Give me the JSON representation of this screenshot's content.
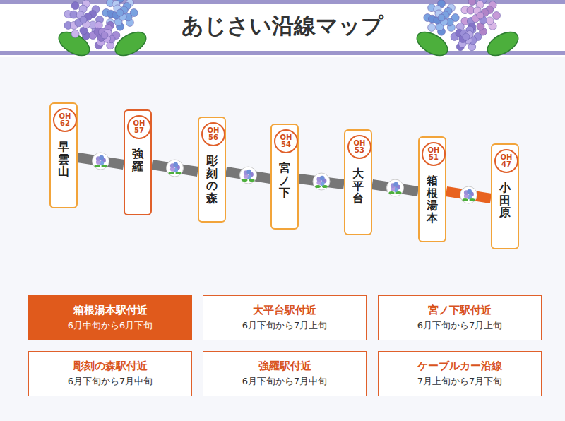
{
  "diagram": {
    "title": "あじさい沿線マップ",
    "nodes": [
      {
        "text": [
          "早雲山"
        ]
      },
      {
        "text": [
          "OH 62"
        ],
        "in": 0
      },
      {
        "text": [
          "強羅"
        ]
      },
      {
        "text": [
          "OH 57"
        ],
        "in": 2
      },
      {
        "text": [
          "彫刻の森"
        ]
      },
      {
        "text": [
          "OH 56"
        ],
        "in": 4
      },
      {
        "text": [
          "宮ノ下"
        ]
      },
      {
        "text": [
          "OH 54"
        ],
        "in": 6
      },
      {
        "text": [
          "大平台"
        ]
      },
      {
        "text": [
          "OH 53"
        ],
        "in": 8
      },
      {
        "text": [
          "箱根湯本"
        ]
      },
      {
        "text": [
          "OH 51"
        ],
        "in": 10
      },
      {
        "text": [
          "小田原"
        ]
      },
      {
        "text": [
          "OH 47"
        ],
        "in": 12
      },
      {
        "text": [
          "箱根湯本駅付近",
          "6月中旬から6月下旬"
        ]
      },
      {
        "text": [
          "大平台駅付近",
          "6月下旬から7月上旬"
        ]
      },
      {
        "text": [
          "宮ノ下駅付近",
          "6月下旬から7月上旬"
        ]
      },
      {
        "text": [
          "彫刻の森駅付近",
          "6月下旬から7月中旬"
        ]
      },
      {
        "text": [
          "強羅駅付近",
          "6月下旬から7月中旬"
        ]
      },
      {
        "text": [
          "ケーブルカー沿線",
          "7月上旬から7月下旬"
        ]
      }
    ],
    "edges": [
      {
        "from": 0,
        "to": 2,
        "arrow": "none"
      },
      {
        "from": 2,
        "to": 4,
        "arrow": "none"
      },
      {
        "from": 4,
        "to": 6,
        "arrow": "none"
      },
      {
        "from": 6,
        "to": 8,
        "arrow": "none"
      },
      {
        "from": 8,
        "to": 10,
        "arrow": "none"
      },
      {
        "from": 10,
        "to": 12,
        "arrow": "none"
      }
    ]
  }
}
